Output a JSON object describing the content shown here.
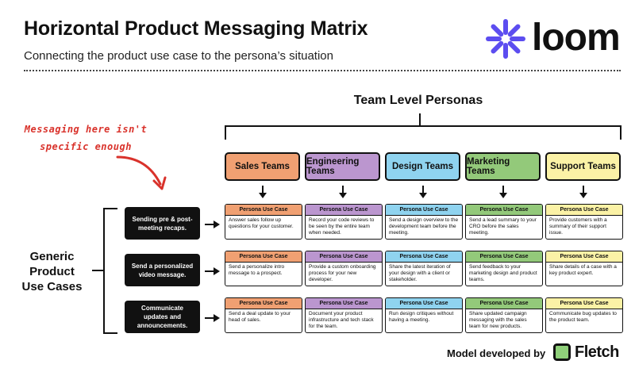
{
  "header": {
    "title": "Horizontal Product Messaging Matrix",
    "subtitle": "Connecting the product use case to the persona’s situation",
    "logo_text": "loom"
  },
  "colors": {
    "sales": "#f0a072",
    "engineering": "#bb96cf",
    "design": "#8fd3ef",
    "marketing": "#93c97a",
    "support": "#fbf2a6",
    "annotation": "#d9322b",
    "fletch_logo": "#8fd07a"
  },
  "annotation": {
    "line1": "Messaging here isn't",
    "line2": "specific enough"
  },
  "personas_title": "Team Level Personas",
  "personas": [
    {
      "label": "Sales Teams",
      "color_key": "sales"
    },
    {
      "label": "Engineering Teams",
      "color_key": "engineering"
    },
    {
      "label": "Design Teams",
      "color_key": "design"
    },
    {
      "label": "Marketing Teams",
      "color_key": "marketing"
    },
    {
      "label": "Support Teams",
      "color_key": "support"
    }
  ],
  "left_label": {
    "line1": "Generic",
    "line2": "Product",
    "line3": "Use Cases"
  },
  "use_cases": [
    "Sending pre & post-meeting recaps.",
    "Send a personalized video message.",
    "Communicate updates and announcements."
  ],
  "cell_header": "Persona Use Case",
  "matrix": [
    [
      "Answer sales follow up questions for your customer.",
      "Record your code reviews to be seen by the entire team when needed.",
      "Send a design overview to the development team before the meeting.",
      "Send a lead summary to your CRO before the sales meeting.",
      "Provide customers with a summary of their support issue."
    ],
    [
      "Send a personalize intro message to a prospect.",
      "Provide a custom onboarding process for your new developer.",
      "Share the latest iteration of your design with a client or stakeholder.",
      "Send feedback to your marketing design and product teams.",
      "Share details of a case with a key product expert."
    ],
    [
      "Send a deal update to your head of sales.",
      "Document your product infrastructure and tech stack for the team.",
      "Run design critiques without having a meeting.",
      "Share updated campaign messaging with the sales team for new products.",
      "Communicate bug updates to the product team."
    ]
  ],
  "footer": {
    "credit": "Model developed by",
    "brand": "Fletch"
  }
}
